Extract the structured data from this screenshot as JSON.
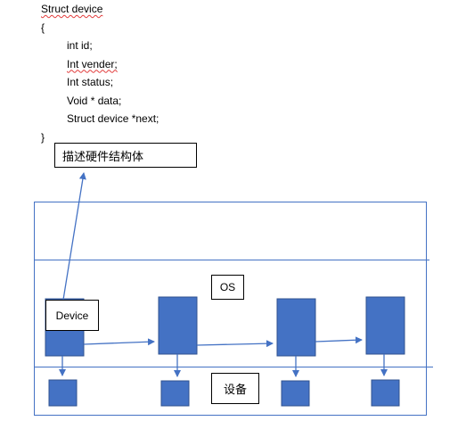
{
  "code": {
    "lines": [
      {
        "text": "Struct device",
        "indent": false,
        "squiggle": true
      },
      {
        "text": "{",
        "indent": false,
        "squiggle": false
      },
      {
        "text": "int id;",
        "indent": true,
        "squiggle": false
      },
      {
        "text": "Int vender;",
        "indent": true,
        "squiggle": true
      },
      {
        "text": "Int status;",
        "indent": true,
        "squiggle": false
      },
      {
        "text": "Void * data;",
        "indent": true,
        "squiggle": false
      },
      {
        "text": "Struct device *next;",
        "indent": true,
        "squiggle": false
      },
      {
        "text": "}",
        "indent": false,
        "squiggle": false
      }
    ]
  },
  "labels": {
    "hardware_struct": "描述硬件结构体",
    "os": "OS",
    "device": "Device",
    "device_cn": "设备"
  },
  "colors": {
    "block_fill": "#4472c4",
    "block_stroke": "#2f528f",
    "line": "#4472c4"
  }
}
